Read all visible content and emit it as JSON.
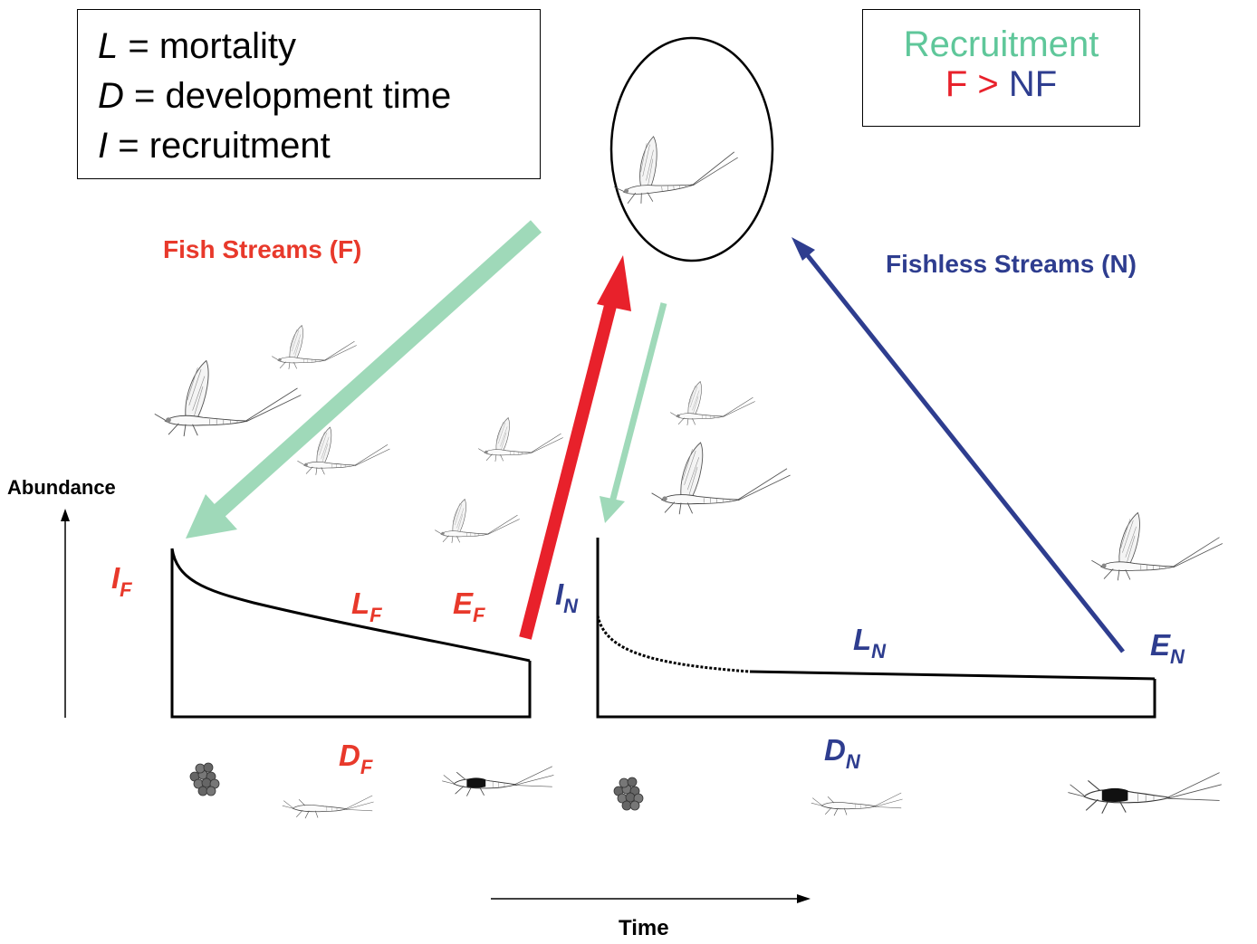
{
  "legend": {
    "line1_sym": "L",
    "line1_text": " = mortality",
    "line2_sym": "D",
    "line2_text": " = development time",
    "line3_sym": "I",
    "line3_text": " = recruitment"
  },
  "recruitment_box": {
    "title": "Recruitment",
    "f": "F",
    "gt": ">",
    "nf": "NF"
  },
  "streams": {
    "fish": "Fish Streams (F)",
    "fishless": "Fishless Streams (N)"
  },
  "variables": {
    "I_F": {
      "main": "I",
      "sub": "F"
    },
    "L_F": {
      "main": "L",
      "sub": "F"
    },
    "E_F": {
      "main": "E",
      "sub": "F"
    },
    "D_F": {
      "main": "D",
      "sub": "F"
    },
    "I_N": {
      "main": "I",
      "sub": "N"
    },
    "L_N": {
      "main": "L",
      "sub": "N"
    },
    "E_N": {
      "main": "E",
      "sub": "N"
    },
    "D_N": {
      "main": "D",
      "sub": "N"
    }
  },
  "axes": {
    "y_label": "Abundance",
    "x_label": "Time"
  },
  "colors": {
    "fish_red": "#e8392b",
    "arrow_red": "#e8212b",
    "fishless_blue": "#2e3d8f",
    "recruit_green": "#5fc79a",
    "arrow_green": "#9fd9b9"
  },
  "icons": {
    "adult": "mayfly-adult-icon",
    "egg": "egg-cluster-icon",
    "nymph": "mayfly-nymph-icon"
  }
}
